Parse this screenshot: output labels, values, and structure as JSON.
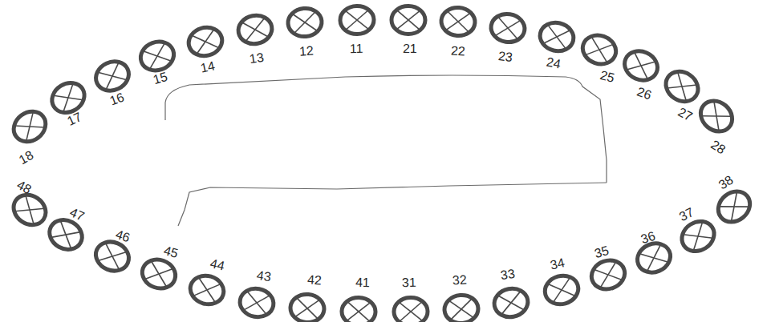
{
  "diagram": {
    "labels": [
      "18",
      "17",
      "16",
      "15",
      "14",
      "13",
      "12",
      "11",
      "21",
      "22",
      "23",
      "24",
      "25",
      "26",
      "27",
      "28",
      "48",
      "47",
      "46",
      "45",
      "44",
      "43",
      "42",
      "41",
      "31",
      "32",
      "33",
      "34",
      "35",
      "36",
      "37",
      "38"
    ]
  }
}
